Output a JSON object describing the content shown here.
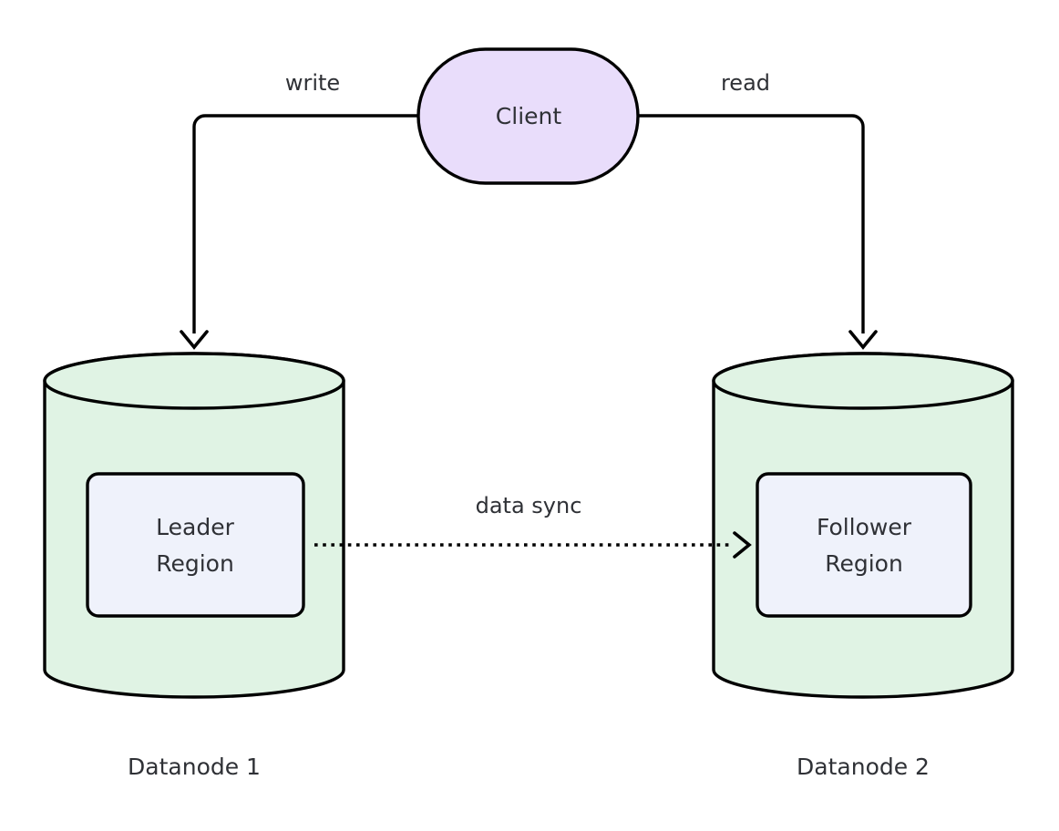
{
  "diagram": {
    "type": "architecture-diagram",
    "background": "#ffffff",
    "nodes": {
      "client": {
        "label": "Client",
        "shape": "stadium",
        "fill": "#e9ddfb",
        "stroke": "#000000"
      },
      "datanode1": {
        "caption": "Datanode 1",
        "shape": "cylinder",
        "fill": "#e0f3e4",
        "stroke": "#000000",
        "inner": {
          "label_line1": "Leader",
          "label_line2": "Region",
          "shape": "rounded-rect",
          "fill": "#eff2fb",
          "stroke": "#000000"
        }
      },
      "datanode2": {
        "caption": "Datanode 2",
        "shape": "cylinder",
        "fill": "#e0f3e4",
        "stroke": "#000000",
        "inner": {
          "label_line1": "Follower",
          "label_line2": "Region",
          "shape": "rounded-rect",
          "fill": "#eff2fb",
          "stroke": "#000000"
        }
      }
    },
    "edges": {
      "write": {
        "label": "write",
        "from": "client",
        "to": "datanode1",
        "style": "solid",
        "arrow": "open-v"
      },
      "read": {
        "label": "read",
        "from": "client",
        "to": "datanode2",
        "style": "solid",
        "arrow": "open-v"
      },
      "data_sync": {
        "label": "data sync",
        "from": "leader-region",
        "to": "follower-region",
        "style": "dotted",
        "arrow": "open-v"
      }
    }
  }
}
